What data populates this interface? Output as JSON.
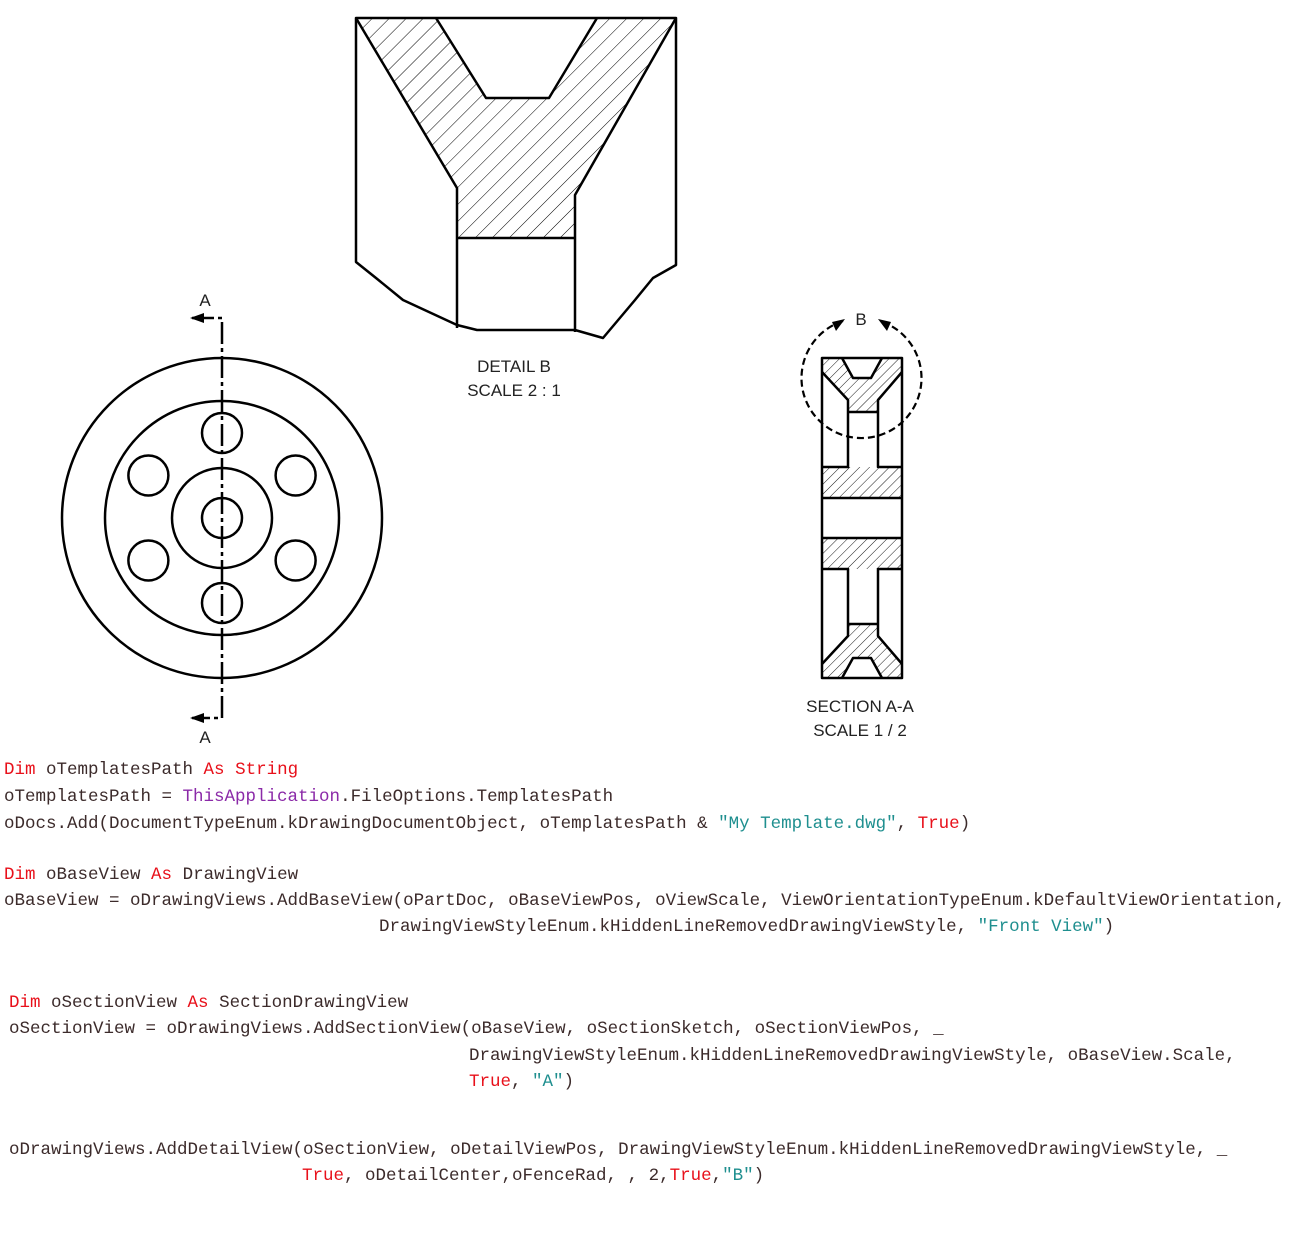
{
  "drawing": {
    "front_view": {
      "section_label_top": "A",
      "section_label_bottom": "A",
      "bolt_hole_count": 6
    },
    "detail_view": {
      "title": "DETAIL  B",
      "scale": "SCALE 2 : 1"
    },
    "section_view": {
      "title": "SECTION A-A",
      "scale": "SCALE 1 / 2",
      "detail_label": "B"
    },
    "line_color": "#000000"
  },
  "code": {
    "colors": {
      "keyword": "#e8101a",
      "class": "#8b2aa8",
      "string": "#1f8f8f",
      "text": "#3c2b2b"
    },
    "lines": [
      [
        {
          "t": "Dim",
          "k": "kw"
        },
        {
          "t": " oTemplatesPath ",
          "k": "txt"
        },
        {
          "t": "As",
          "k": "kw"
        },
        {
          "t": " ",
          "k": "txt"
        },
        {
          "t": "String",
          "k": "kw"
        }
      ],
      [
        {
          "t": "oTemplatesPath = ",
          "k": "txt"
        },
        {
          "t": "ThisApplication",
          "k": "cls"
        },
        {
          "t": ".FileOptions.TemplatesPath",
          "k": "txt"
        }
      ],
      [
        {
          "t": "oDocs.Add(DocumentTypeEnum.kDrawingDocumentObject, oTemplatesPath & ",
          "k": "txt"
        },
        {
          "t": "\"My Template.dwg\"",
          "k": "str"
        },
        {
          "t": ", ",
          "k": "txt"
        },
        {
          "t": "True",
          "k": "kw"
        },
        {
          "t": ")",
          "k": "txt"
        }
      ],
      [
        {
          "t": "Dim",
          "k": "kw"
        },
        {
          "t": " oBaseView ",
          "k": "txt"
        },
        {
          "t": "As",
          "k": "kw"
        },
        {
          "t": " DrawingView",
          "k": "txt"
        }
      ],
      [
        {
          "t": "oBaseView = oDrawingViews.AddBaseView(oPartDoc, oBaseViewPos, oViewScale, ViewOrientationTypeEnum.kDefaultViewOrientation,",
          "k": "txt"
        }
      ],
      [
        {
          "t": "DrawingViewStyleEnum.kHiddenLineRemovedDrawingViewStyle, ",
          "k": "txt"
        },
        {
          "t": "\"Front View\"",
          "k": "str"
        },
        {
          "t": ")",
          "k": "txt"
        }
      ],
      [
        {
          "t": "Dim",
          "k": "kw"
        },
        {
          "t": " oSectionView ",
          "k": "txt"
        },
        {
          "t": "As",
          "k": "kw"
        },
        {
          "t": " SectionDrawingView",
          "k": "txt"
        }
      ],
      [
        {
          "t": "oSectionView = oDrawingViews.AddSectionView(oBaseView, oSectionSketch, oSectionViewPos, _",
          "k": "txt"
        }
      ],
      [
        {
          "t": "DrawingViewStyleEnum.kHiddenLineRemovedDrawingViewStyle, oBaseView.Scale,",
          "k": "txt"
        }
      ],
      [
        {
          "t": "True",
          "k": "kw"
        },
        {
          "t": ", ",
          "k": "txt"
        },
        {
          "t": "\"A\"",
          "k": "str"
        },
        {
          "t": ")",
          "k": "txt"
        }
      ],
      [
        {
          "t": "oDrawingViews.AddDetailView(oSectionView, oDetailViewPos, DrawingViewStyleEnum.kHiddenLineRemovedDrawingViewStyle, _",
          "k": "txt"
        }
      ],
      [
        {
          "t": "True",
          "k": "kw"
        },
        {
          "t": ", oDetailCenter,oFenceRad, , 2,",
          "k": "txt"
        },
        {
          "t": "True",
          "k": "kw"
        },
        {
          "t": ",",
          "k": "txt"
        },
        {
          "t": "\"B\"",
          "k": "str"
        },
        {
          "t": ")",
          "k": "txt"
        }
      ]
    ]
  }
}
